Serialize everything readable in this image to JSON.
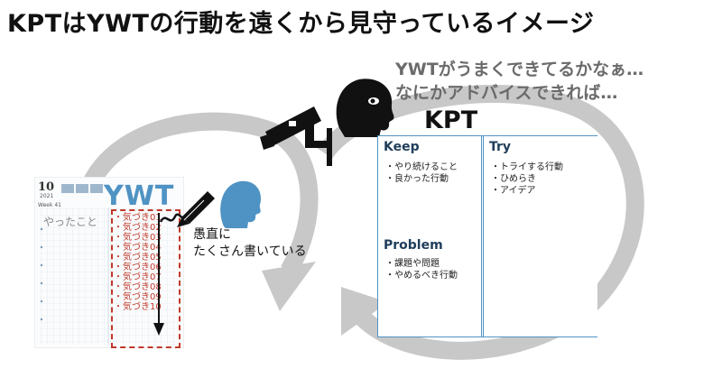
{
  "title": "KPTはYWTの行動を遠くから見守っているイメージ",
  "bubble_lines": [
    "YWTがうまくできてるかなぁ…",
    "なにかアドバイスできれば…"
  ],
  "kpt": {
    "label": "KPT",
    "keep": {
      "heading": "Keep",
      "items": [
        "・やり続けること",
        "・良かった行動"
      ]
    },
    "problem": {
      "heading": "Problem",
      "items": [
        "・課題や問題",
        "・やめるべき行動"
      ]
    },
    "try": {
      "heading": "Try",
      "items": [
        "・トライする行動",
        "・ひめらき",
        "・アイデア"
      ]
    }
  },
  "ywt": {
    "label": "YWT",
    "calendar_month": "10",
    "calendar_year": "2021",
    "calendar_week": "Week 41",
    "yatta": "やったこと",
    "kizuki": [
      "・気づき01",
      "・気づき02",
      "・気づき03",
      "・気づき04",
      "・気づき05",
      "・気づき06",
      "・気づき07",
      "・気づき08",
      "・気づき09",
      "・気づき10"
    ]
  },
  "writer_caption": [
    "愚直に",
    "たくさん書いている"
  ],
  "colors": {
    "accent_blue": "#4f93c4",
    "kizuki_red": "#c0392b",
    "cycle_gray": "#c8c8c8",
    "watcher_black": "#111111"
  },
  "icons": [
    "cycle-arrow-icon",
    "security-camera-icon",
    "watcher-head-icon",
    "writer-head-icon",
    "fountain-pen-icon"
  ]
}
